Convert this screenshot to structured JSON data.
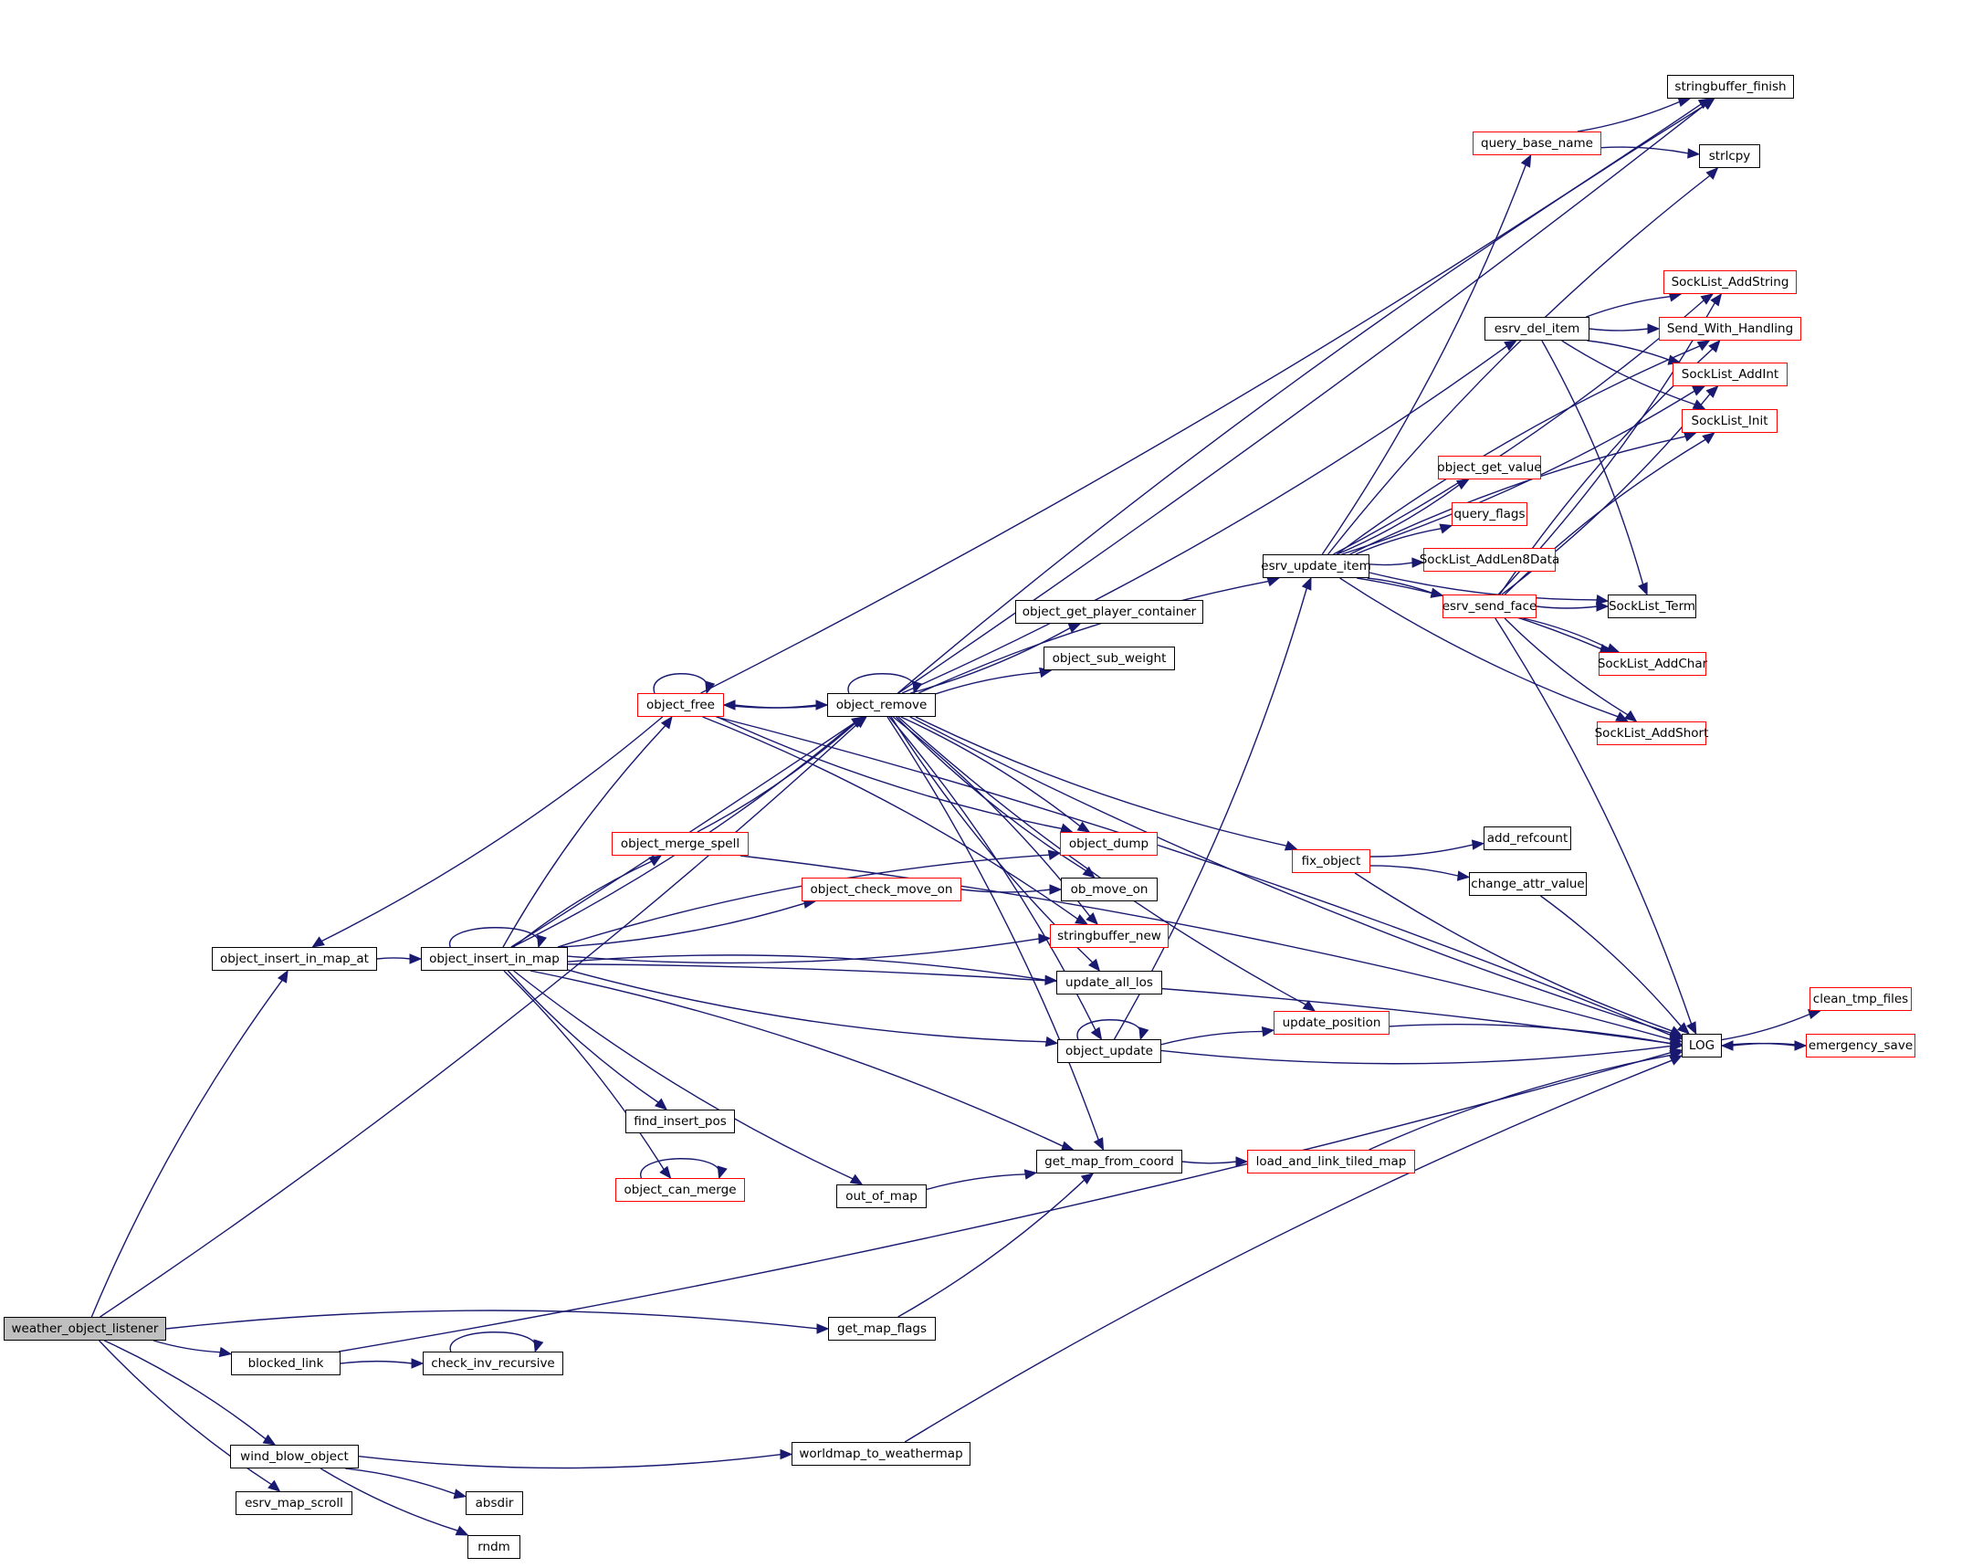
{
  "graph": {
    "title": "weather_object_listener",
    "colors": {
      "edge": "#191970",
      "node_border": "#000000",
      "truncated_border": "#ff0000",
      "root_fill": "#bfbfbf"
    },
    "nodes": {
      "weather_object_listener": "weather_object_listener",
      "object_insert_in_map_at": "object_insert_in_map_at",
      "object_insert_in_map": "object_insert_in_map",
      "object_free": "object_free",
      "object_remove": "object_remove",
      "object_merge_spell": "object_merge_spell",
      "object_check_move_on": "object_check_move_on",
      "object_dump": "object_dump",
      "ob_move_on": "ob_move_on",
      "stringbuffer_new": "stringbuffer_new",
      "update_all_los": "update_all_los",
      "object_update": "object_update",
      "update_position": "update_position",
      "fix_object": "fix_object",
      "add_refcount": "add_refcount",
      "change_attr_value": "change_attr_value",
      "object_get_player_container": "object_get_player_container",
      "object_sub_weight": "object_sub_weight",
      "esrv_update_item": "esrv_update_item",
      "esrv_del_item": "esrv_del_item",
      "query_base_name": "query_base_name",
      "stringbuffer_finish": "stringbuffer_finish",
      "strlcpy": "strlcpy",
      "SockList_AddString": "SockList_AddString",
      "Send_With_Handling": "Send_With_Handling",
      "SockList_AddInt": "SockList_AddInt",
      "SockList_Init": "SockList_Init",
      "object_get_value": "object_get_value",
      "query_flags": "query_flags",
      "SockList_AddLen8Data": "SockList_AddLen8Data",
      "esrv_send_face": "esrv_send_face",
      "SockList_Term": "SockList_Term",
      "SockList_AddChar": "SockList_AddChar",
      "SockList_AddShort": "SockList_AddShort",
      "LOG": "LOG",
      "clean_tmp_files": "clean_tmp_files",
      "emergency_save": "emergency_save",
      "find_insert_pos": "find_insert_pos",
      "object_can_merge": "object_can_merge",
      "out_of_map": "out_of_map",
      "get_map_from_coord": "get_map_from_coord",
      "load_and_link_tiled_map": "load_and_link_tiled_map",
      "get_map_flags": "get_map_flags",
      "blocked_link": "blocked_link",
      "check_inv_recursive": "check_inv_recursive",
      "wind_blow_object": "wind_blow_object",
      "worldmap_to_weathermap": "worldmap_to_weathermap",
      "esrv_map_scroll": "esrv_map_scroll",
      "absdir": "absdir",
      "rndm": "rndm"
    },
    "truncated_nodes": [
      "object_free",
      "object_merge_spell",
      "object_check_move_on",
      "object_dump",
      "stringbuffer_new",
      "update_position",
      "fix_object",
      "query_base_name",
      "SockList_AddString",
      "Send_With_Handling",
      "SockList_AddInt",
      "SockList_Init",
      "object_get_value",
      "query_flags",
      "SockList_AddLen8Data",
      "esrv_send_face",
      "SockList_AddChar",
      "SockList_AddShort",
      "clean_tmp_files",
      "emergency_save",
      "object_can_merge",
      "load_and_link_tiled_map"
    ],
    "edges": [
      [
        "weather_object_listener",
        "object_insert_in_map_at"
      ],
      [
        "weather_object_listener",
        "object_remove"
      ],
      [
        "weather_object_listener",
        "get_map_flags"
      ],
      [
        "weather_object_listener",
        "blocked_link"
      ],
      [
        "weather_object_listener",
        "wind_blow_object"
      ],
      [
        "weather_object_listener",
        "esrv_map_scroll"
      ],
      [
        "object_insert_in_map_at",
        "object_insert_in_map"
      ],
      [
        "object_insert_in_map",
        "object_insert_in_map"
      ],
      [
        "object_insert_in_map",
        "object_free"
      ],
      [
        "object_insert_in_map",
        "object_remove"
      ],
      [
        "object_insert_in_map",
        "object_merge_spell"
      ],
      [
        "object_insert_in_map",
        "object_check_move_on"
      ],
      [
        "object_insert_in_map",
        "object_dump"
      ],
      [
        "object_insert_in_map",
        "stringbuffer_new"
      ],
      [
        "object_insert_in_map",
        "update_all_los"
      ],
      [
        "object_insert_in_map",
        "object_update"
      ],
      [
        "object_insert_in_map",
        "get_map_from_coord"
      ],
      [
        "object_insert_in_map",
        "find_insert_pos"
      ],
      [
        "object_insert_in_map",
        "object_can_merge"
      ],
      [
        "object_insert_in_map",
        "out_of_map"
      ],
      [
        "object_insert_in_map",
        "LOG"
      ],
      [
        "object_insert_in_map",
        "stringbuffer_finish"
      ],
      [
        "object_free",
        "object_free"
      ],
      [
        "object_free",
        "object_remove"
      ],
      [
        "object_free",
        "object_insert_in_map_at"
      ],
      [
        "object_free",
        "object_dump"
      ],
      [
        "object_free",
        "stringbuffer_new"
      ],
      [
        "object_free",
        "stringbuffer_finish"
      ],
      [
        "object_free",
        "LOG"
      ],
      [
        "object_remove",
        "object_remove"
      ],
      [
        "object_remove",
        "object_free"
      ],
      [
        "object_remove",
        "esrv_del_item"
      ],
      [
        "object_remove",
        "esrv_update_item"
      ],
      [
        "object_remove",
        "object_get_player_container"
      ],
      [
        "object_remove",
        "object_sub_weight"
      ],
      [
        "object_remove",
        "fix_object"
      ],
      [
        "object_remove",
        "object_dump"
      ],
      [
        "object_remove",
        "ob_move_on"
      ],
      [
        "object_remove",
        "stringbuffer_new"
      ],
      [
        "object_remove",
        "update_all_los"
      ],
      [
        "object_remove",
        "object_update"
      ],
      [
        "object_remove",
        "update_position"
      ],
      [
        "object_remove",
        "get_map_from_coord"
      ],
      [
        "object_remove",
        "LOG"
      ],
      [
        "object_remove",
        "stringbuffer_finish"
      ],
      [
        "object_merge_spell",
        "object_remove"
      ],
      [
        "object_merge_spell",
        "LOG"
      ],
      [
        "object_check_move_on",
        "ob_move_on"
      ],
      [
        "object_update",
        "object_update"
      ],
      [
        "object_update",
        "esrv_update_item"
      ],
      [
        "object_update",
        "update_position"
      ],
      [
        "object_update",
        "LOG"
      ],
      [
        "update_position",
        "LOG"
      ],
      [
        "fix_object",
        "add_refcount"
      ],
      [
        "fix_object",
        "change_attr_value"
      ],
      [
        "fix_object",
        "LOG"
      ],
      [
        "change_attr_value",
        "LOG"
      ],
      [
        "esrv_update_item",
        "query_base_name"
      ],
      [
        "esrv_update_item",
        "strlcpy"
      ],
      [
        "esrv_update_item",
        "SockList_AddString"
      ],
      [
        "esrv_update_item",
        "Send_With_Handling"
      ],
      [
        "esrv_update_item",
        "SockList_AddInt"
      ],
      [
        "esrv_update_item",
        "SockList_Init"
      ],
      [
        "esrv_update_item",
        "object_get_value"
      ],
      [
        "esrv_update_item",
        "query_flags"
      ],
      [
        "esrv_update_item",
        "SockList_AddLen8Data"
      ],
      [
        "esrv_update_item",
        "esrv_send_face"
      ],
      [
        "esrv_update_item",
        "SockList_Term"
      ],
      [
        "esrv_update_item",
        "SockList_AddChar"
      ],
      [
        "esrv_update_item",
        "SockList_AddShort"
      ],
      [
        "esrv_del_item",
        "SockList_AddString"
      ],
      [
        "esrv_del_item",
        "Send_With_Handling"
      ],
      [
        "esrv_del_item",
        "SockList_AddInt"
      ],
      [
        "esrv_del_item",
        "SockList_Init"
      ],
      [
        "esrv_del_item",
        "SockList_Term"
      ],
      [
        "query_base_name",
        "stringbuffer_finish"
      ],
      [
        "query_base_name",
        "strlcpy"
      ],
      [
        "esrv_send_face",
        "SockList_AddString"
      ],
      [
        "esrv_send_face",
        "Send_With_Handling"
      ],
      [
        "esrv_send_face",
        "SockList_AddInt"
      ],
      [
        "esrv_send_face",
        "SockList_Init"
      ],
      [
        "esrv_send_face",
        "SockList_Term"
      ],
      [
        "esrv_send_face",
        "SockList_AddChar"
      ],
      [
        "esrv_send_face",
        "SockList_AddShort"
      ],
      [
        "esrv_send_face",
        "LOG"
      ],
      [
        "LOG",
        "clean_tmp_files"
      ],
      [
        "LOG",
        "emergency_save"
      ],
      [
        "emergency_save",
        "LOG"
      ],
      [
        "out_of_map",
        "get_map_from_coord"
      ],
      [
        "get_map_from_coord",
        "load_and_link_tiled_map"
      ],
      [
        "load_and_link_tiled_map",
        "LOG"
      ],
      [
        "get_map_flags",
        "get_map_from_coord"
      ],
      [
        "blocked_link",
        "check_inv_recursive"
      ],
      [
        "blocked_link",
        "LOG"
      ],
      [
        "check_inv_recursive",
        "check_inv_recursive"
      ],
      [
        "wind_blow_object",
        "worldmap_to_weathermap"
      ],
      [
        "wind_blow_object",
        "absdir"
      ],
      [
        "wind_blow_object",
        "rndm"
      ],
      [
        "worldmap_to_weathermap",
        "LOG"
      ],
      [
        "object_can_merge",
        "object_can_merge"
      ]
    ]
  }
}
